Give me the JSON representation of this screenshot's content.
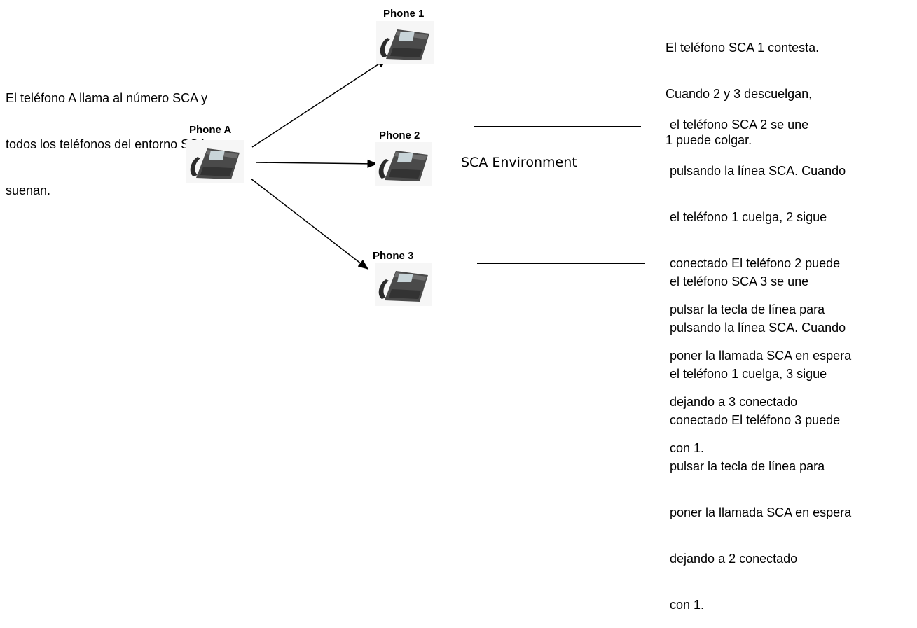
{
  "caller_text": [
    "El teléfono A llama al número SCA y",
    "todos los teléfonos del entorno SCA",
    "suenan."
  ],
  "phones": [
    {
      "label": "Phone A"
    },
    {
      "label": "Phone 1"
    },
    {
      "label": "Phone 2"
    },
    {
      "label": "Phone 3"
    }
  ],
  "environment_label": "SCA Environment",
  "notes": [
    [
      "El teléfono SCA 1 contesta.",
      "Cuando 2 y 3 descuelgan,",
      "1 puede colgar."
    ],
    [
      "el teléfono SCA 2 se une",
      "pulsando la línea SCA. Cuando",
      "el teléfono 1 cuelga, 2 sigue",
      "conectado El teléfono 2 puede",
      "pulsar la tecla de línea para",
      "poner la llamada SCA en espera",
      "dejando a 3 conectado",
      "con 1."
    ],
    [
      "el teléfono SCA 3 se une",
      "pulsando la línea SCA. Cuando",
      "el teléfono 1 cuelga, 3 sigue",
      "conectado El teléfono 3 puede",
      "pulsar la tecla de línea para",
      "poner la llamada SCA en espera",
      "dejando a 2 conectado",
      "con 1."
    ]
  ],
  "icons": {
    "phone": "desk-phone-icon",
    "arrow": "arrow-head-icon"
  }
}
